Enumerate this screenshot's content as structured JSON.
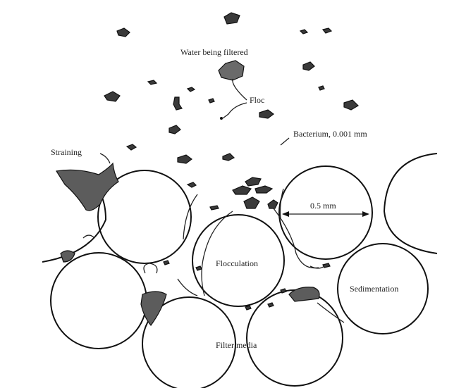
{
  "labels": {
    "water": "Water being filtered",
    "floc": "Floc",
    "bacterium": "Bacterium, 0.001 mm",
    "straining": "Straining",
    "grain_size": "0.5 mm",
    "flocculation": "Flocculation",
    "sedimentation": "Sedimentation",
    "filter_media": "Filter media"
  },
  "colors": {
    "ink": "#111111",
    "floc_fill": "#3a3a3a",
    "deposit_fill": "#5c5c5c"
  }
}
